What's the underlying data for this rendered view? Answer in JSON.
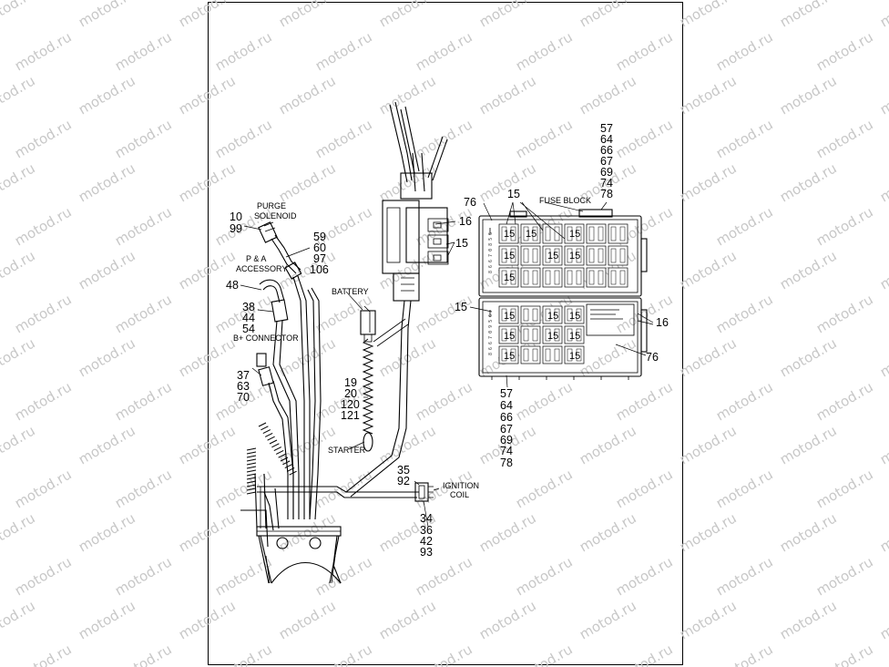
{
  "watermark": "motod.ru",
  "labels": {
    "purge_solenoid": [
      "PURGE",
      "SOLENOID"
    ],
    "pa_accessory": [
      "P & A",
      "ACCESSORY"
    ],
    "bplus_connector": "B+ CONNECTOR",
    "battery": "BATTERY",
    "starter": "STARTER",
    "ignition_coil": [
      "IGNITION",
      "COIL"
    ],
    "fuse_block": "FUSE BLOCK"
  },
  "callouts": {
    "purge_solenoid_refs": [
      "10",
      "99"
    ],
    "purge_connector_refs": [
      "59",
      "60",
      "97",
      "106"
    ],
    "pa_accessory_ref": "48",
    "pa_connector_refs": [
      "38",
      "44",
      "54"
    ],
    "bplus_refs": [
      "37",
      "63",
      "70"
    ],
    "starter_refs": [
      "19",
      "20",
      "120",
      "121"
    ],
    "ignition_upper_refs": [
      "35",
      "92"
    ],
    "ignition_lower_refs": [
      "34",
      "36",
      "42",
      "93"
    ],
    "fuse_top_refs": [
      "57",
      "64",
      "66",
      "67",
      "69",
      "74",
      "78"
    ],
    "fuse_bottom_refs": [
      "57",
      "64",
      "66",
      "67",
      "69",
      "74",
      "78"
    ],
    "ref_76": "76",
    "ref_15": "15",
    "ref_16": "16"
  }
}
